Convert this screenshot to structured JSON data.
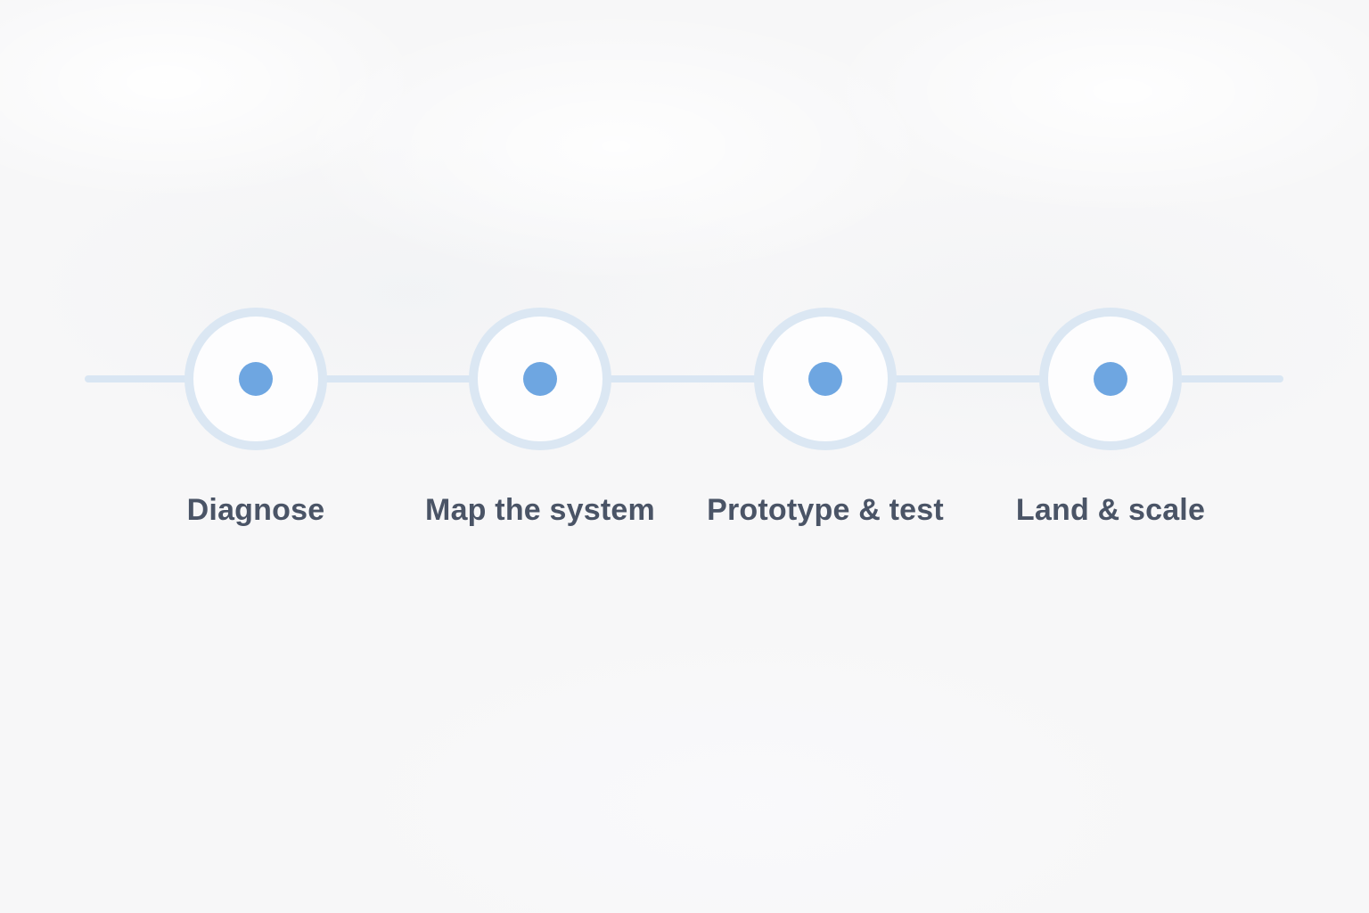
{
  "diagram": {
    "name": "four-step-process-timeline",
    "steps": [
      {
        "label": "Diagnose"
      },
      {
        "label": "Map the system"
      },
      {
        "label": "Prototype & test"
      },
      {
        "label": "Land & scale"
      }
    ],
    "colors": {
      "bg": "#f7f7f8",
      "line": "#d9e6f3",
      "ring": "#dbe7f3",
      "circle_fill": "#fdfdfe",
      "dot": "#6ea6e1",
      "label": "#4a5466"
    }
  }
}
